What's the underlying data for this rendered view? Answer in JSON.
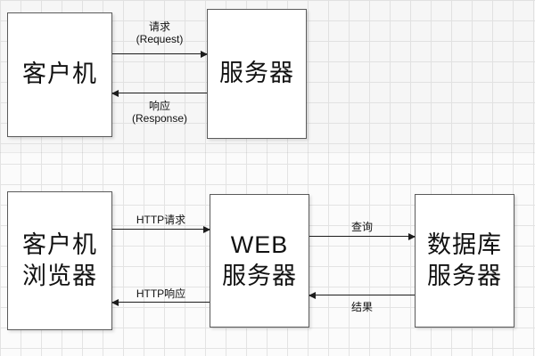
{
  "top_section": {
    "client": {
      "label": "客户机"
    },
    "server": {
      "label": "服务器"
    },
    "request": {
      "line1": "请求",
      "line2": "(Request)"
    },
    "response": {
      "line1": "响应",
      "line2": "(Response)"
    }
  },
  "bottom_section": {
    "browser": {
      "line1": "客户机",
      "line2": "浏览器"
    },
    "web_server": {
      "line1": "WEB",
      "line2": "服务器"
    },
    "db_server": {
      "line1": "数据库",
      "line2": "服务器"
    },
    "http_request_label": "HTTP请求",
    "http_response_label": "HTTP响应",
    "query_label": "查询",
    "result_label": "结果"
  },
  "colors": {
    "grid": "#e3e3e3",
    "box_border": "#5a5a5a",
    "arrow": "#1c1c1c",
    "background": "#fbfbfb"
  }
}
